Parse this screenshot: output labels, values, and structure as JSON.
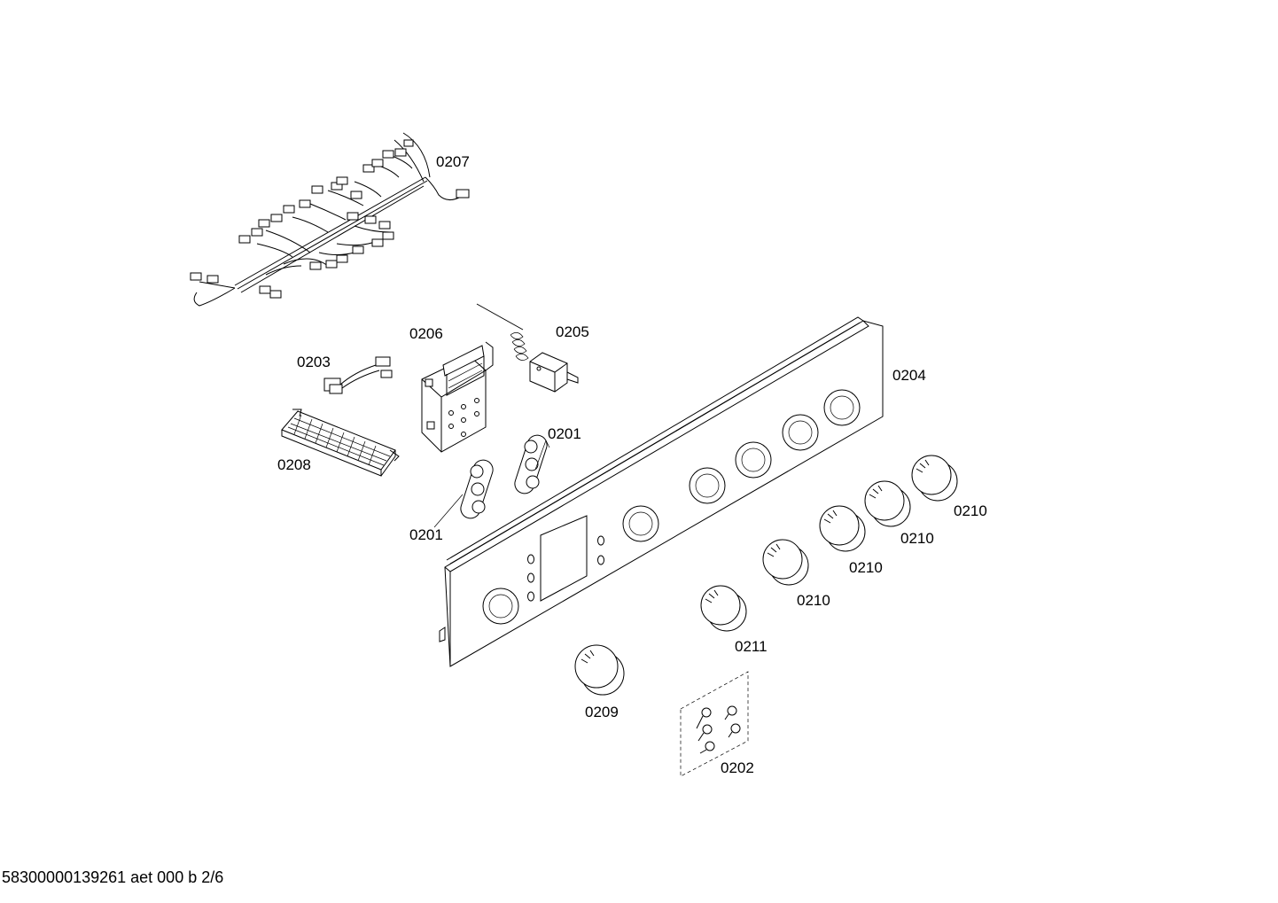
{
  "labels": {
    "p0201a": "0201",
    "p0201b": "0201",
    "p0202": "0202",
    "p0203": "0203",
    "p0204": "0204",
    "p0205": "0205",
    "p0206": "0206",
    "p0207": "0207",
    "p0208": "0208",
    "p0209": "0209",
    "p0210a": "0210",
    "p0210b": "0210",
    "p0210c": "0210",
    "p0210d": "0210",
    "p0211": "0211"
  },
  "footer": "58300000139261 aet 000 b 2/6"
}
